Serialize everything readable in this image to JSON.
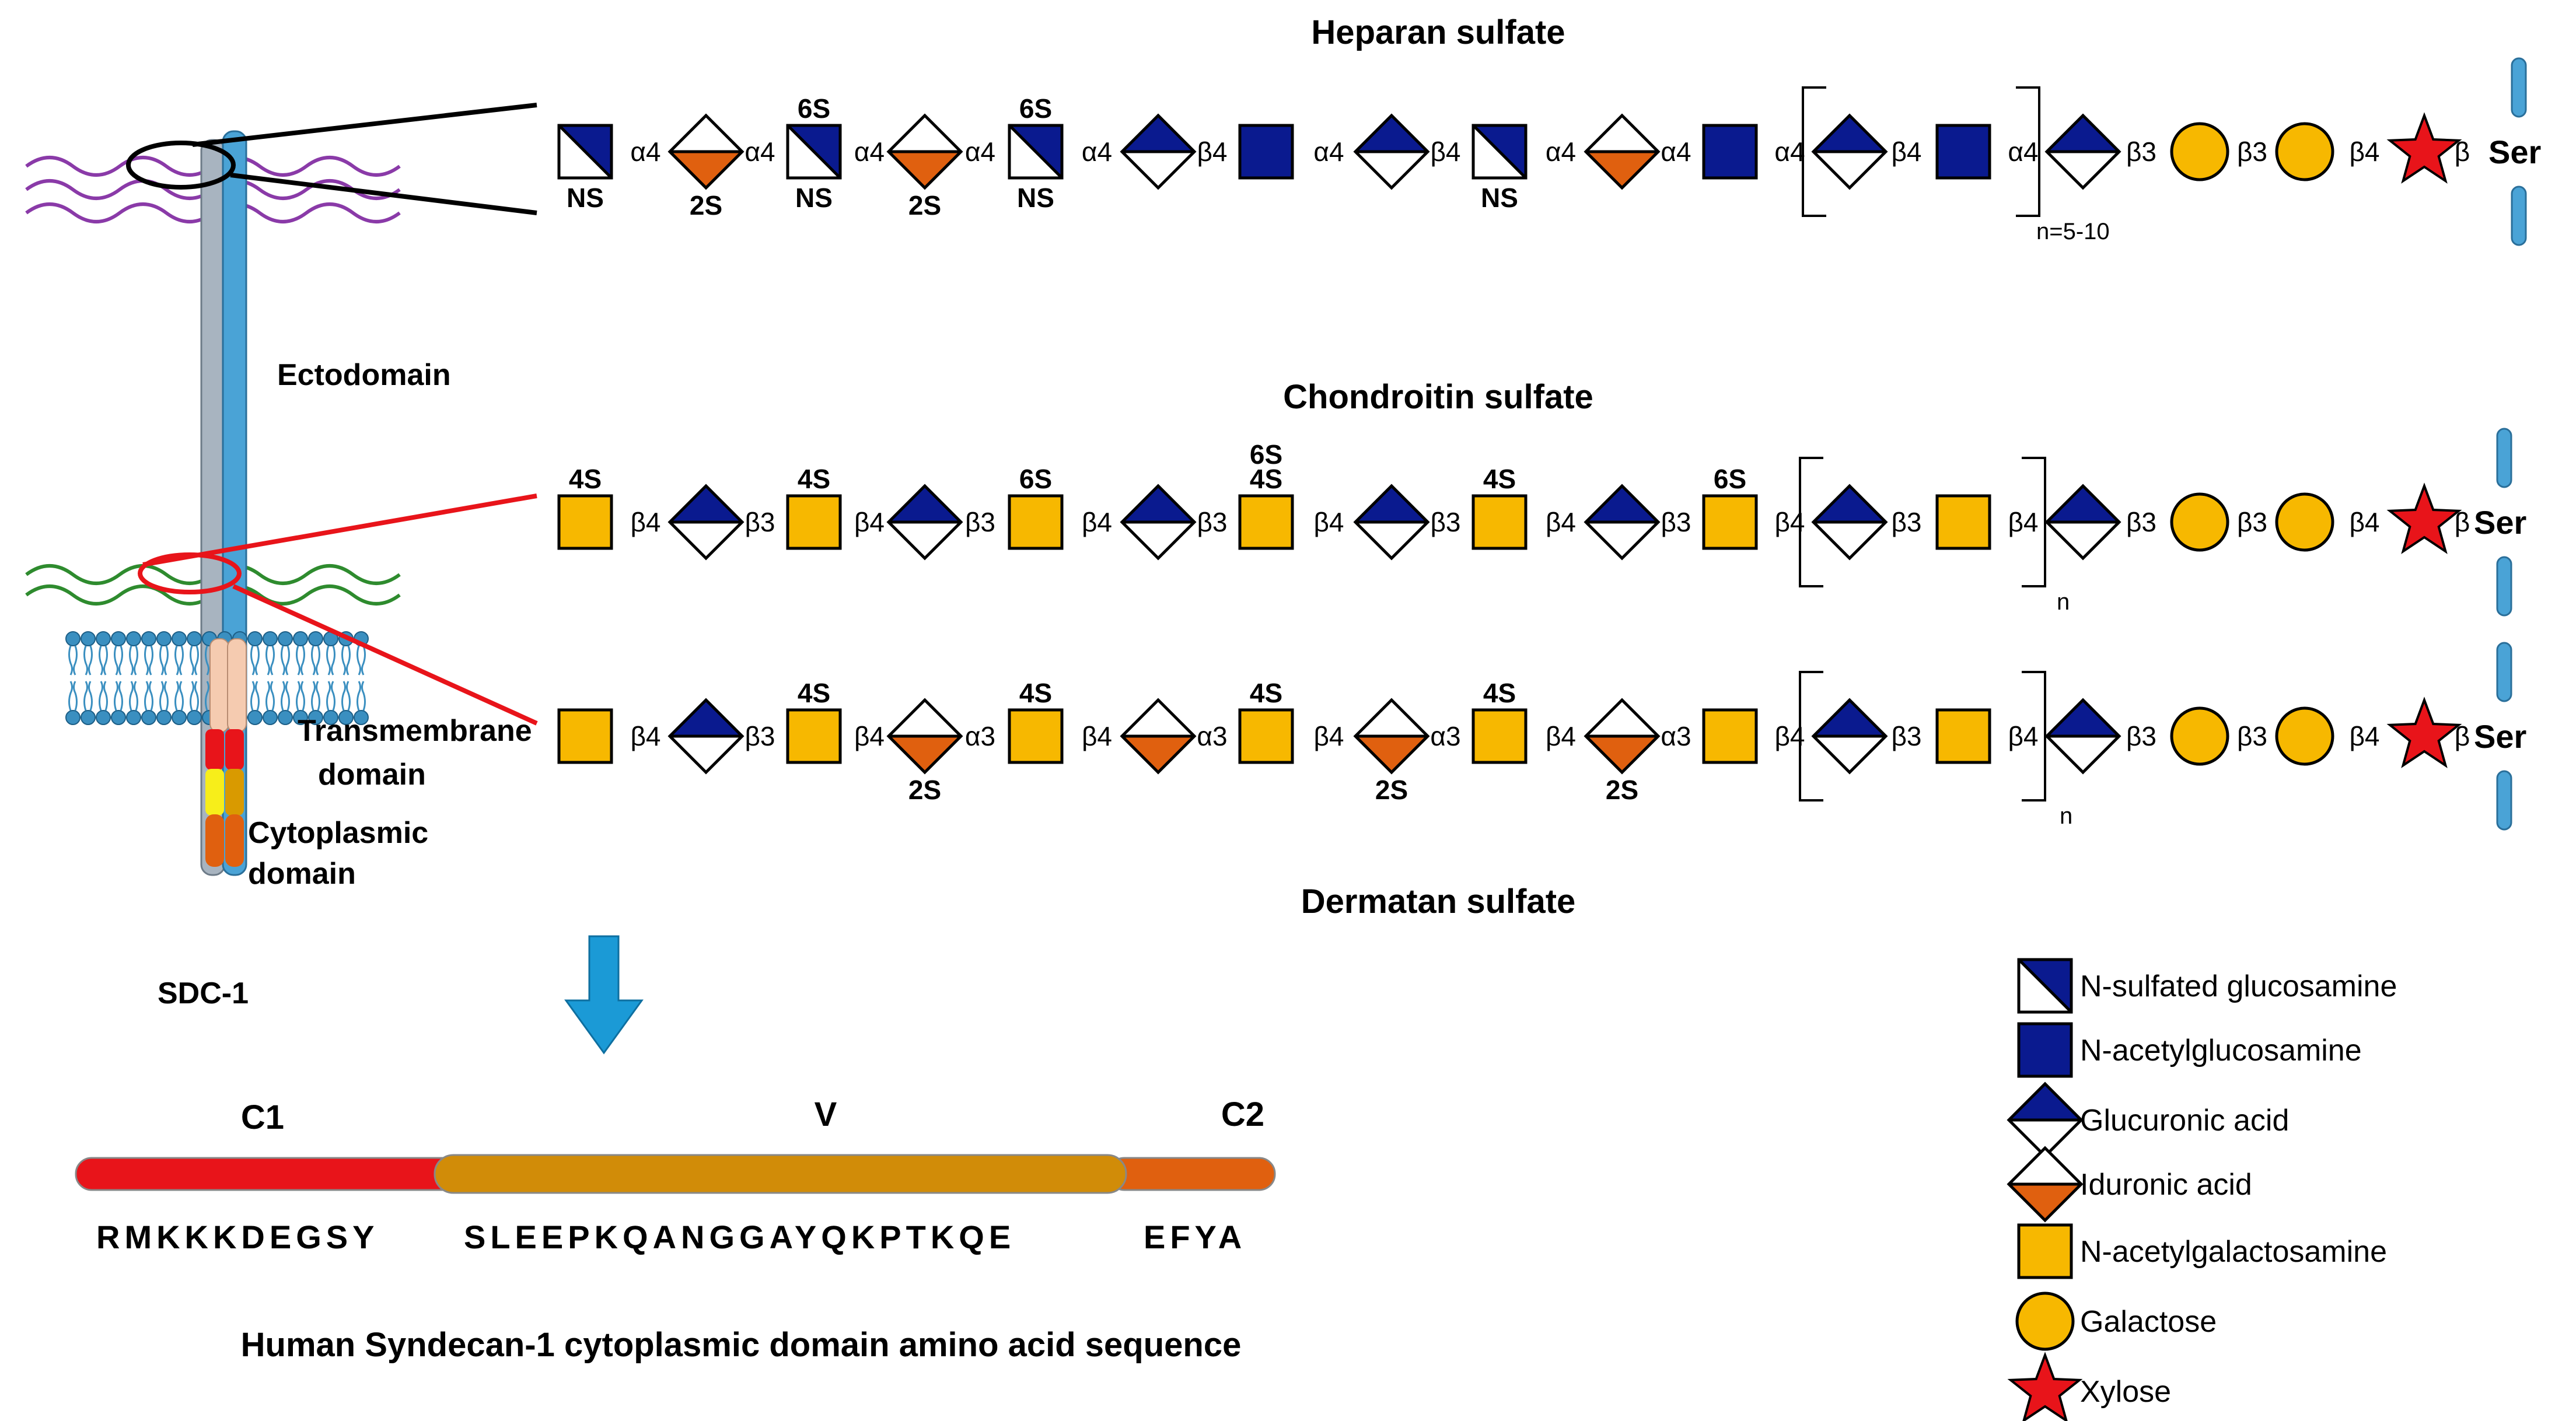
{
  "colors": {
    "blue": "#0a1a8f",
    "yellow": "#f7b800",
    "orange": "#e0600f",
    "red": "#e8141a",
    "purple": "#8a3aa8",
    "green": "#2e8b2e",
    "membrane": "#3a8fc0",
    "core_blue": "#4aa3d6",
    "core_grey": "#a8b4c0",
    "arrow": "#1b9ad6"
  },
  "titles": {
    "heparan": "Heparan sulfate",
    "chondroitin": "Chondroitin sulfate",
    "dermatan": "Dermatan sulfate"
  },
  "protein_labels": {
    "ectodomain": "Ectodomain",
    "transmembrane_1": "Transmembrane",
    "transmembrane_2": "domain",
    "cytoplasmic_1": "Cytoplasmic",
    "cytoplasmic_2": "domain",
    "sdc": "SDC-1"
  },
  "heparan_chain": {
    "sugars": [
      "nsglc",
      "ido",
      "nsglc",
      "ido",
      "nsglc",
      "glca",
      "glcnac",
      "glca",
      "nsglc",
      "ido",
      "glcnac",
      "glca",
      "glcnac",
      "glca",
      "gal",
      "gal",
      "xyl"
    ],
    "tops": [
      "",
      "",
      "6S",
      "",
      "6S",
      "",
      "",
      "",
      "",
      "",
      "",
      "",
      "",
      "",
      "",
      "",
      ""
    ],
    "bottoms": [
      "NS",
      "2S",
      "NS",
      "2S",
      "NS",
      "",
      "",
      "",
      "NS",
      "",
      "",
      "",
      "",
      "",
      "",
      "",
      ""
    ],
    "linkages": [
      "α4",
      "α4",
      "α4",
      "α4",
      "α4",
      "β4",
      "α4",
      "β4",
      "α4",
      "α4",
      "α4",
      "β4",
      "α4",
      "β3",
      "β3",
      "β4",
      "β"
    ],
    "repeat_label": "n=5-10",
    "terminal": "Ser"
  },
  "chondroitin_chain": {
    "sugars": [
      "galnac",
      "glca",
      "galnac",
      "glca",
      "galnac",
      "glca",
      "galnac",
      "glca",
      "galnac",
      "glca",
      "galnac",
      "glca",
      "galnac",
      "glca",
      "gal",
      "gal",
      "xyl"
    ],
    "tops": [
      "4S",
      "",
      "4S",
      "",
      "6S",
      "",
      "6S\n4S",
      "",
      "4S",
      "",
      "6S",
      "",
      "",
      "",
      "",
      "",
      ""
    ],
    "bottoms": [
      "",
      "",
      "",
      "",
      "",
      "",
      "",
      "",
      "",
      "",
      "",
      "",
      "",
      "",
      "",
      "",
      ""
    ],
    "linkages": [
      "β4",
      "β3",
      "β4",
      "β3",
      "β4",
      "β3",
      "β4",
      "β3",
      "β4",
      "β3",
      "β4",
      "β3",
      "β4",
      "β3",
      "β3",
      "β4",
      "β"
    ],
    "repeat_label": "n",
    "terminal": "Ser"
  },
  "dermatan_chain": {
    "sugars": [
      "galnac",
      "glca",
      "galnac",
      "ido",
      "galnac",
      "ido",
      "galnac",
      "ido",
      "galnac",
      "ido",
      "galnac",
      "glca",
      "galnac",
      "glca",
      "gal",
      "gal",
      "xyl"
    ],
    "tops": [
      "",
      "",
      "4S",
      "",
      "4S",
      "",
      "4S",
      "",
      "4S",
      "",
      "",
      "",
      "",
      "",
      "",
      "",
      ""
    ],
    "bottoms": [
      "",
      "",
      "",
      "2S",
      "",
      "",
      "",
      "2S",
      "",
      "2S",
      "",
      "",
      "",
      "",
      "",
      "",
      ""
    ],
    "linkages": [
      "β4",
      "β3",
      "β4",
      "α3",
      "β4",
      "α3",
      "β4",
      "α3",
      "β4",
      "α3",
      "β4",
      "β3",
      "β4",
      "β3",
      "β3",
      "β4",
      "β"
    ],
    "repeat_label": "n",
    "terminal": "Ser"
  },
  "regions": {
    "c1": "C1",
    "v": "V",
    "c2": "C2"
  },
  "sequence": {
    "c1": "RMKKKDEGSY",
    "v": "SLEEPKQANGGAYQKPTKQE",
    "c2": "EFYA"
  },
  "caption": "Human Syndecan-1 cytoplasmic domain amino acid sequence",
  "legend": [
    {
      "icon": "nsglc",
      "label": "N-sulfated glucosamine"
    },
    {
      "icon": "glcnac",
      "label": "N-acetylglucosamine"
    },
    {
      "icon": "glca",
      "label": "Glucuronic acid"
    },
    {
      "icon": "ido",
      "label": "Iduronic acid"
    },
    {
      "icon": "galnac",
      "label": "N-acetylgalactosamine"
    },
    {
      "icon": "gal",
      "label": "Galactose"
    },
    {
      "icon": "xyl",
      "label": "Xylose"
    }
  ]
}
